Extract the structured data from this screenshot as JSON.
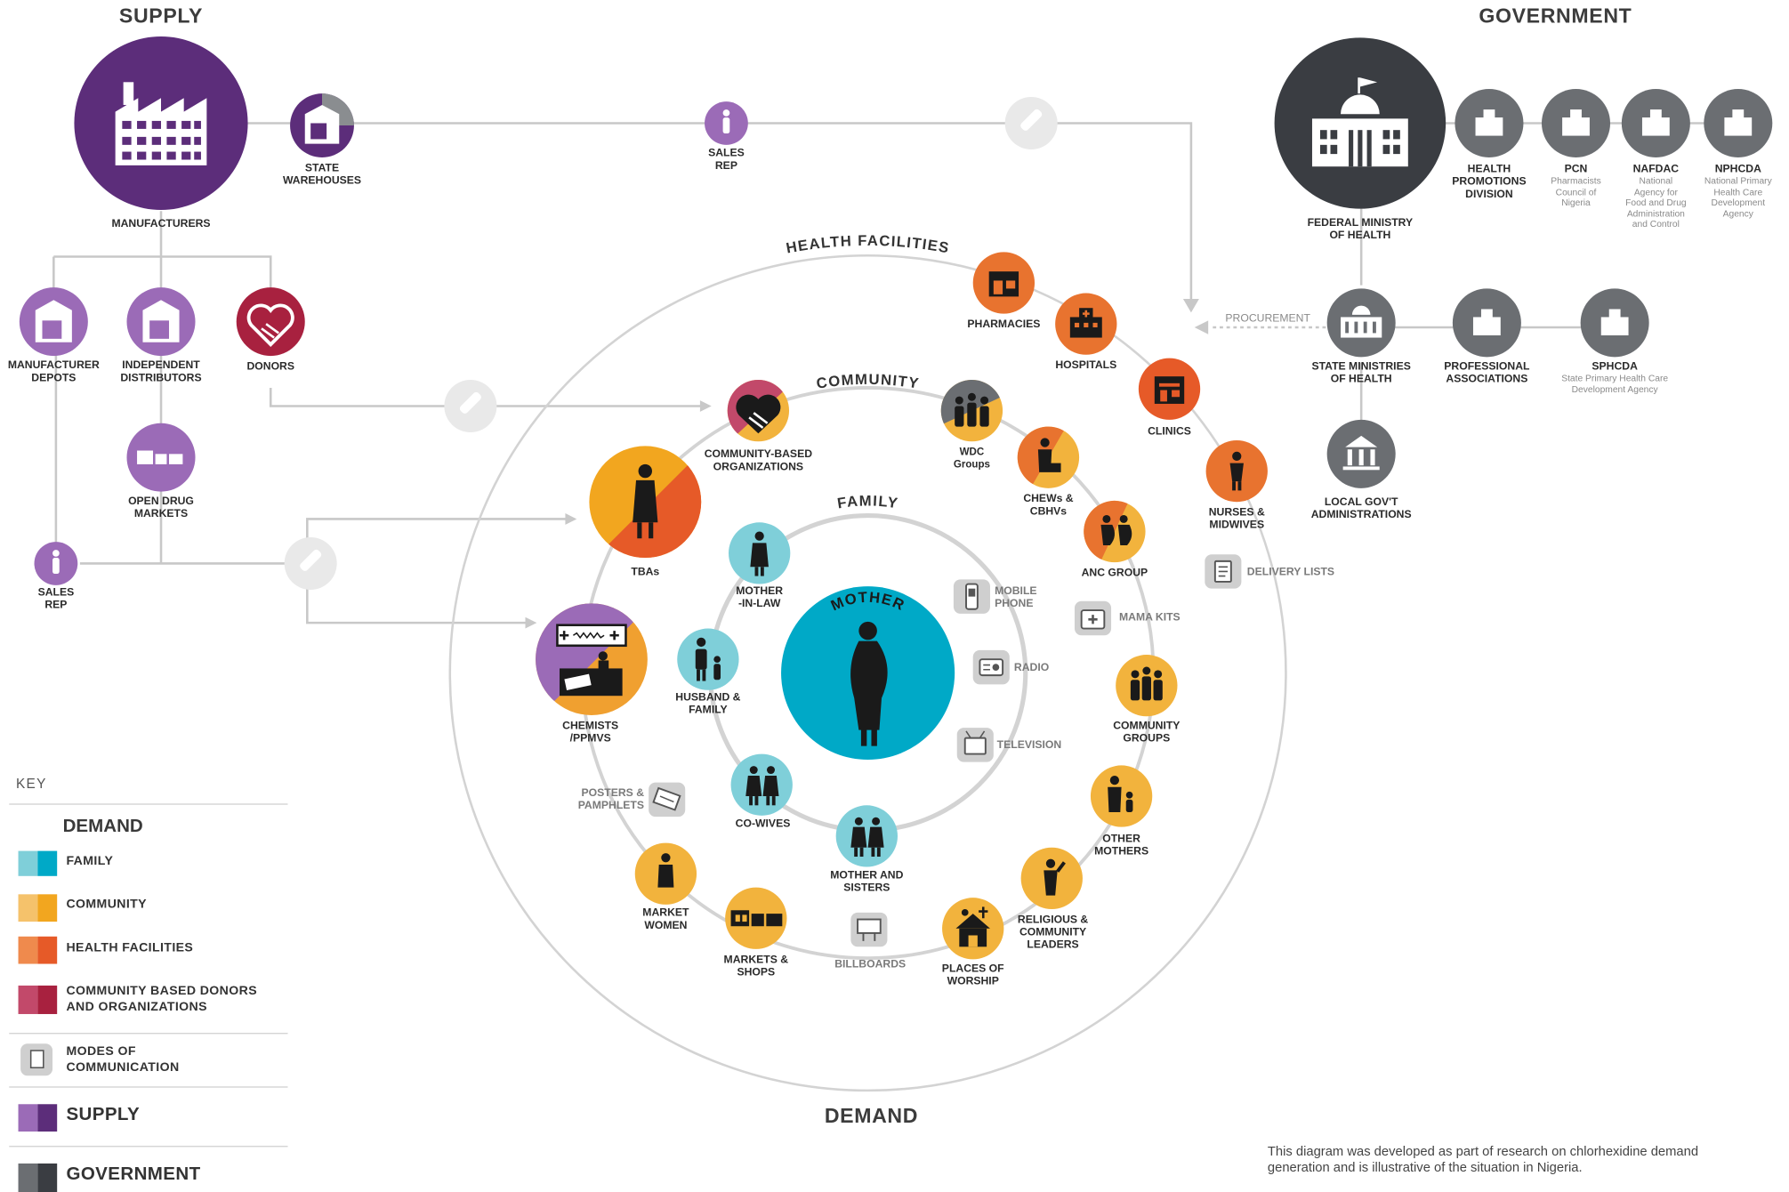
{
  "titles": {
    "supply": "SUPPLY",
    "government": "GOVERNMENT",
    "demand": "DEMAND",
    "health_facilities": "HEALTH FACILITIES",
    "community": "COMMUNITY",
    "family": "FAMILY",
    "mother": "MOTHER"
  },
  "supply": {
    "manufacturers": "MANUFACTURERS",
    "state_warehouses": [
      "STATE",
      "WAREHOUSES"
    ],
    "sales_rep_top": [
      "SALES",
      "REP"
    ],
    "manufacturer_depots": [
      "MANUFACTURER",
      "DEPOTS"
    ],
    "independent_distributors": [
      "INDEPENDENT",
      "DISTRIBUTORS"
    ],
    "donors": "DONORS",
    "open_drug_markets": [
      "OPEN DRUG",
      "MARKETS"
    ],
    "sales_rep_left": [
      "SALES",
      "REP"
    ]
  },
  "government": {
    "federal_ministry": [
      "FEDERAL MINISTRY",
      "OF HEALTH"
    ],
    "health_promotions": [
      "HEALTH",
      "PROMOTIONS",
      "DIVISION"
    ],
    "pcn": {
      "name": "PCN",
      "desc": [
        "Pharmacists",
        "Council of",
        "Nigeria"
      ]
    },
    "nafdac": {
      "name": "NAFDAC",
      "desc": [
        "National",
        "Agency for",
        "Food and Drug",
        "Administration",
        "and Control"
      ]
    },
    "nphcda": {
      "name": "NPHCDA",
      "desc": [
        "National Primary",
        "Health Care",
        "Development",
        "Agency"
      ]
    },
    "procurement": "PROCUREMENT",
    "state_ministries": [
      "STATE MINISTRIES",
      "OF HEALTH"
    ],
    "professional_associations": [
      "PROFESSIONAL",
      "ASSOCIATIONS"
    ],
    "sphcda": {
      "name": "SPHCDA",
      "desc": [
        "State Primary Health Care",
        "Development Agency"
      ]
    },
    "local_govt": [
      "LOCAL GOV'T",
      "ADMINISTRATIONS"
    ]
  },
  "health_facilities": {
    "pharmacies": "PHARMACIES",
    "hospitals": "HOSPITALS",
    "clinics": "CLINICS",
    "nurses": [
      "NURSES &",
      "MIDWIVES"
    ],
    "delivery_lists": "DELIVERY LISTS"
  },
  "community": {
    "cbo": [
      "COMMUNITY-BASED",
      "ORGANIZATIONS"
    ],
    "wdc": [
      "WDC",
      "Groups"
    ],
    "chews": [
      "CHEWs &",
      "CBHVs"
    ],
    "anc": "ANC GROUP",
    "mama_kits": "MAMA KITS",
    "community_groups": [
      "COMMUNITY",
      "GROUPS"
    ],
    "other_mothers": [
      "OTHER",
      "MOTHERS"
    ],
    "religious": [
      "RELIGIOUS &",
      "COMMUNITY",
      "LEADERS"
    ],
    "places_of_worship": [
      "PLACES OF",
      "WORSHIP"
    ],
    "billboards": "BILLBOARDS",
    "markets": [
      "MARKETS &",
      "SHOPS"
    ],
    "market_women": [
      "MARKET",
      "WOMEN"
    ],
    "posters": [
      "POSTERS &",
      "PAMPHLETS"
    ],
    "chemists": [
      "CHEMISTS",
      "/PPMVS"
    ],
    "tbas": "TBAs"
  },
  "family": {
    "mother_in_law": [
      "MOTHER",
      "-IN-LAW"
    ],
    "husband": [
      "HUSBAND &",
      "FAMILY"
    ],
    "co_wives": "CO-WIVES",
    "mother_sisters": [
      "MOTHER AND",
      "SISTERS"
    ],
    "mobile_phone": [
      "MOBILE",
      "PHONE"
    ],
    "radio": "RADIO",
    "television": "TELEVISION"
  },
  "key": {
    "title": "KEY",
    "demand": "DEMAND",
    "family": "FAMILY",
    "community": "COMMUNITY",
    "health_facilities": "HEALTH FACILITIES",
    "donors": [
      "COMMUNITY BASED DONORS",
      "AND ORGANIZATIONS"
    ],
    "modes": [
      "MODES OF",
      "COMMUNICATION"
    ],
    "supply": "SUPPLY",
    "government": "GOVERNMENT"
  },
  "note": "This diagram was developed as part of research on chlorhexidine demand generation and is illustrative of the situation in Nigeria.",
  "colors": {
    "supply": "#5c2d7a",
    "supply_light": "#9b6bb7",
    "government": "#3a3d42",
    "government_mid": "#6b6e72",
    "health_facility": "#e8732f",
    "community": "#f2b33d",
    "community_dark": "#f0a030",
    "family": "#7fcfd9",
    "mother": "#00a9c7",
    "donor": "#a8213f",
    "line": "#c8c8c8"
  }
}
